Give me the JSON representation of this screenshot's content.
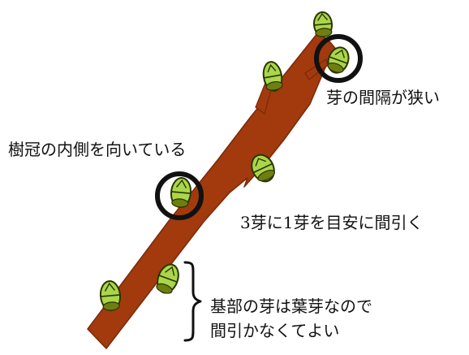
{
  "labels": {
    "inner_crown": "樹冠の内側を向いている",
    "narrow_spacing": "芽の間隔が狭い",
    "thinning_guide": "3芽に1芽を目安に間引く",
    "base_line1": "基部の芽は葉芽なので",
    "base_line2": "間引かなくてよい"
  },
  "colors": {
    "branch": "#A23A0D",
    "branch_outline": "#7A2A08",
    "bud_dark": "#6E7F10",
    "bud_light": "#A9D64A",
    "bud_outline": "#2B3500",
    "highlight_ring": "#111111"
  },
  "icons": {
    "buds": "leaf-bud-icon",
    "circles": "highlight-circle-icon",
    "brace": "brace-icon"
  }
}
